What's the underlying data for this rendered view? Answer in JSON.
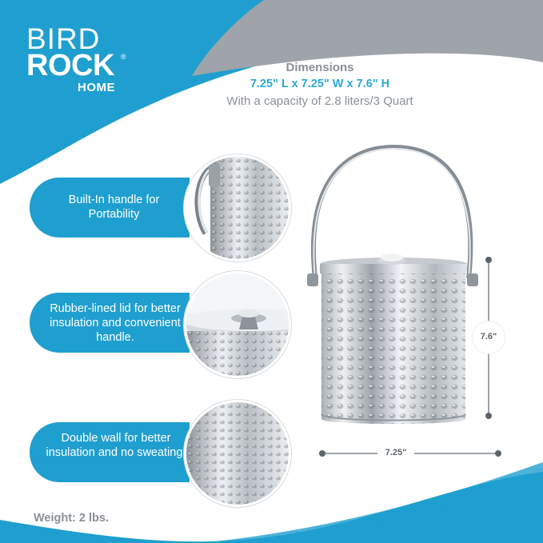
{
  "brand": {
    "line1": "BIRD",
    "line2": "ROCK",
    "registered": "®",
    "line3": "HOME"
  },
  "dimensions": {
    "title": "Dimensions",
    "size": "7.25\" L x 7.25\" W x 7.6\" H",
    "capacity": "With a capacity of 2.8 liters/3 Quart"
  },
  "features": [
    {
      "text": "Built-In handle for Portability",
      "icon": "handle-closeup"
    },
    {
      "text": "Rubber-lined lid for better insulation and convenient handle.",
      "icon": "lid-closeup"
    },
    {
      "text": "Double wall for better insulation and no sweating.",
      "icon": "wall-closeup"
    }
  ],
  "measure": {
    "height_label": "7.6\"",
    "width_label": "7.25\""
  },
  "weight": "Weight: 2 lbs.",
  "colors": {
    "brand_blue": "#1f9fcf",
    "grey_band": "#9ea4a9",
    "text_grey": "#8a9097"
  }
}
